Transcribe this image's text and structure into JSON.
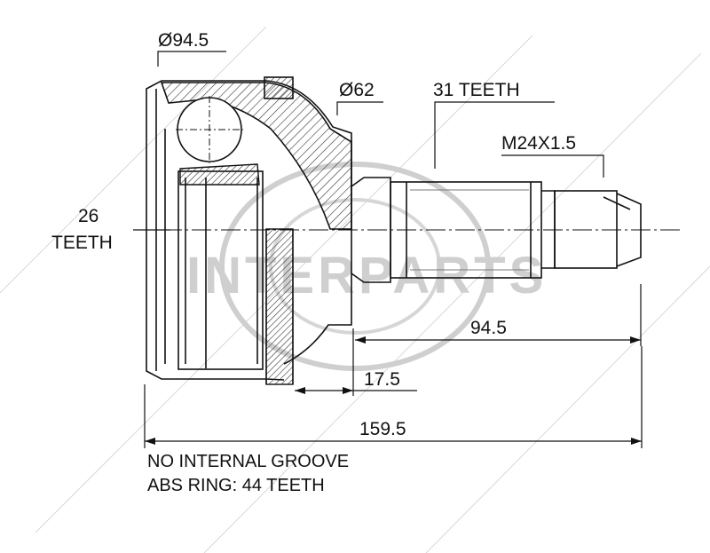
{
  "dimensions": {
    "outer_diameter": "Ø94.5",
    "neck_diameter": "Ø62",
    "outer_spline": "31 TEETH",
    "thread": "M24X1.5",
    "inner_spline_count": "26",
    "inner_spline_unit": "TEETH",
    "shaft_length": "94.5",
    "abs_offset": "17.5",
    "total_length": "159.5"
  },
  "notes": {
    "groove": "NO INTERNAL GROOVE",
    "abs_ring": "ABS RING: 44 TEETH"
  },
  "watermark": "INTERPARTS",
  "colors": {
    "line": "#111111",
    "watermark": "#c8c8c8",
    "hatch": "#333333"
  }
}
